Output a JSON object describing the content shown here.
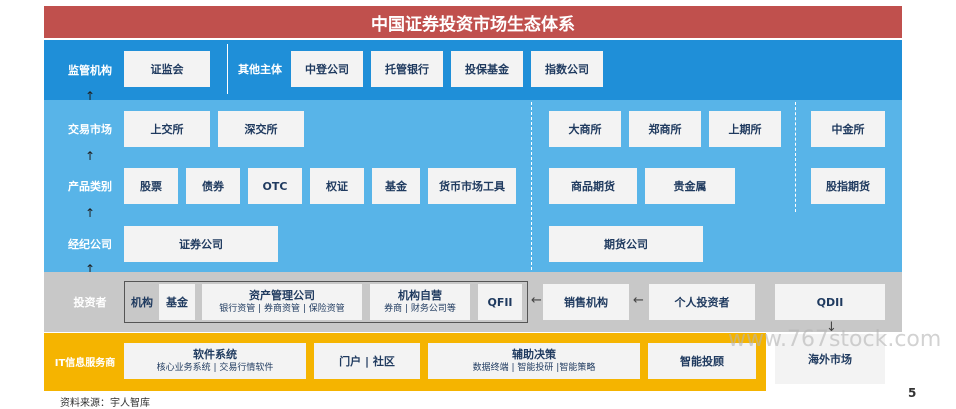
{
  "title": "中国证券投资市场生态体系",
  "rows": {
    "regulator": "监管机构",
    "exchange": "交易市场",
    "product": "产品类别",
    "broker": "经纪公司",
    "investor": "投资者",
    "it": "IT信息服务商"
  },
  "regulator": {
    "csrc": "证监会",
    "others_label": "其他主体",
    "items": [
      "中登公司",
      "托管银行",
      "投保基金",
      "指数公司"
    ]
  },
  "exchanges": {
    "securities": [
      "上交所",
      "深交所"
    ],
    "futures": [
      "大商所",
      "郑商所",
      "上期所"
    ],
    "financial": "中金所"
  },
  "products": {
    "securities": [
      "股票",
      "债券",
      "OTC",
      "权证",
      "基金",
      "货币市场工具"
    ],
    "futures": [
      "商品期货",
      "贵金属"
    ],
    "financial": "股指期货"
  },
  "brokers": {
    "securities": "证券公司",
    "futures": "期货公司"
  },
  "investors": {
    "institution": "机构",
    "fund": "基金",
    "asset_mgmt": {
      "title": "资产管理公司",
      "sub": "银行资管 | 券商资管 | 保险资管"
    },
    "proprietary": {
      "title": "机构自营",
      "sub": "券商 | 财务公司等"
    },
    "qfii": "QFII",
    "sales": "销售机构",
    "individual": "个人投资者",
    "qdii": "QDII",
    "overseas": "海外市场"
  },
  "it": {
    "software": {
      "title": "软件系统",
      "sub": "核心业务系统 | 交易行情软件"
    },
    "portal": "门户 | 社区",
    "decision": {
      "title": "辅助决策",
      "sub": "数据终端 | 智能投研 |智能策略"
    },
    "advisor": "智能投顾"
  },
  "watermark": "www.767stock.com",
  "page_number": "5",
  "footnote": "资料来源：宇人智库",
  "colors": {
    "title_bg": "#c0504d",
    "dark_blue": "#1f8fd8",
    "light_blue": "#58b4e8",
    "gray": "#c8c8c8",
    "it_orange": "#f5b400"
  }
}
